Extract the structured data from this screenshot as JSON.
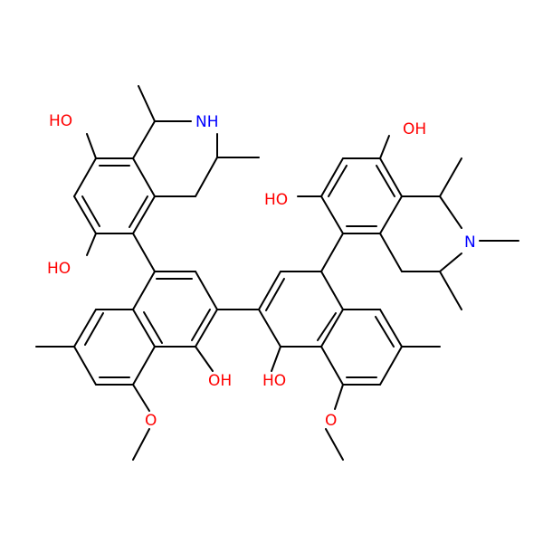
{
  "colors": {
    "bond": "#000000",
    "oxygen": "#ff0000",
    "nitrogen": "#0000ff",
    "background": "#ffffff"
  },
  "labels": {
    "oh_1": "HO",
    "oh_2": "HO",
    "oh_3": "OH",
    "oh_4": "HO",
    "oh_5": "OH",
    "oh_6": "HO",
    "nh": "NH",
    "n_methyl": "N",
    "o_methoxy_1": "O",
    "o_methoxy_2": "O"
  }
}
